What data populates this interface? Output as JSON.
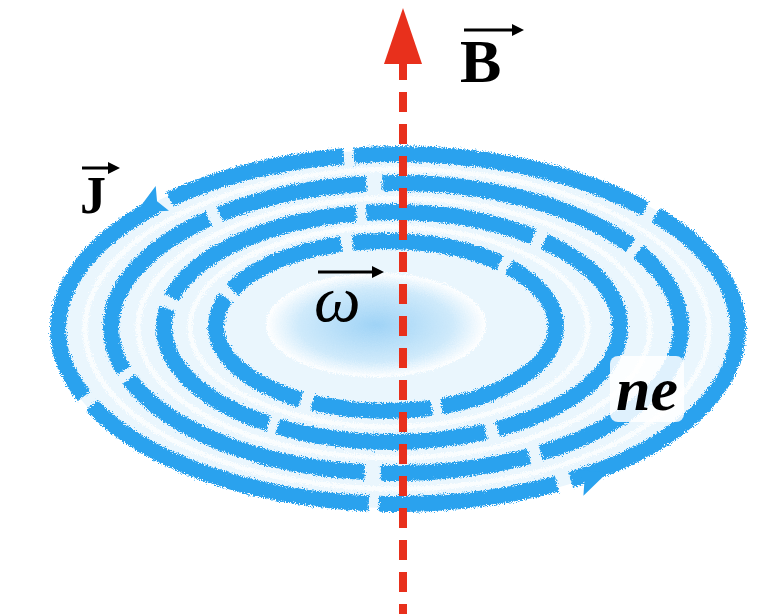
{
  "diagram": {
    "labels": [
      "B",
      "J",
      "ω",
      "ne"
    ]
  }
}
